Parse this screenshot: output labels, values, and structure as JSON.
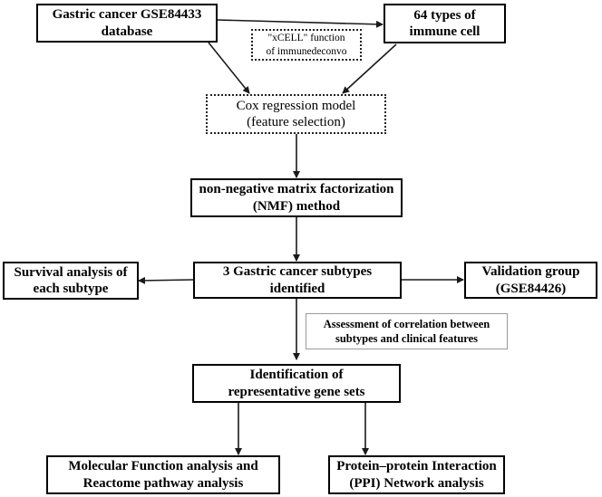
{
  "colors": {
    "border": "#000000",
    "arrow": "#1a1a1a",
    "note_border": "#9a9a9a",
    "background": "#ffffff"
  },
  "nodes": {
    "gse84433": "Gastric cancer GSE84433\ndatabase",
    "immune_cells": "64 types of\nimmune cell",
    "xcell": "\"xCELL\" function\nof immunedeconvo",
    "cox": "Cox regression model\n(feature selection)",
    "nmf": "non-negative matrix factorization\n(NMF) method",
    "subtypes": "3 Gastric cancer subtypes\nidentified",
    "survival": "Survival analysis of\neach subtype",
    "validation": "Validation group\n(GSE84426)",
    "assessment": "Assessment of correlation between\nsubtypes and clinical features",
    "gene_sets": "Identification of\nrepresentative gene sets",
    "molecular": "Molecular Function analysis and\nReactome pathway analysis",
    "ppi": "Protein–protein Interaction\n(PPI) Network analysis"
  }
}
